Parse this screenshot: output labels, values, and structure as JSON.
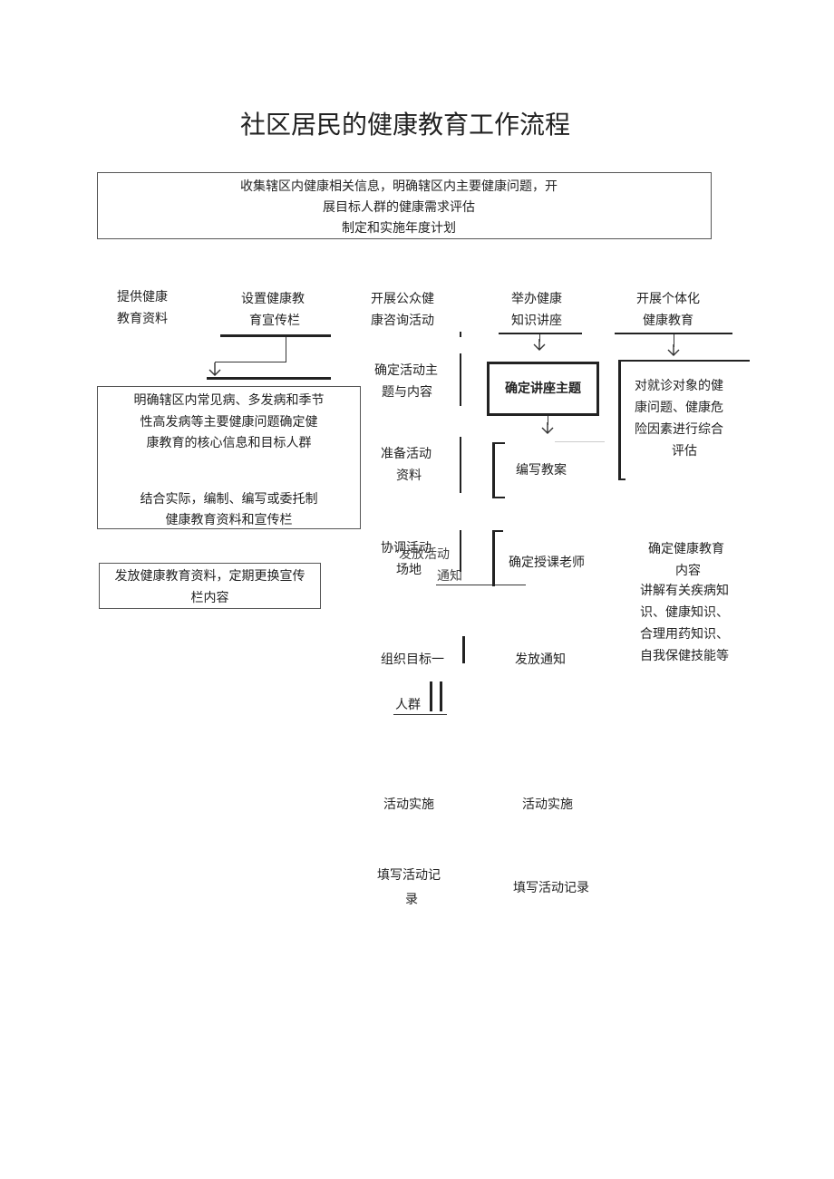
{
  "title": "社区居民的健康教育工作流程",
  "top_box": {
    "line1": "收集辖区内健康相关信息，明确辖区内主要健康问题，开",
    "line2": "展目标人群的健康需求评估",
    "line3": "制定和实施年度计划"
  },
  "col1": {
    "head1": "提供健康",
    "head2": "教育资料",
    "sub1": "设置健康教",
    "sub2": "育宣传栏",
    "box_a1": "明确辖区内常见病、多发病和季节",
    "box_a2": "性高发病等主要健康问题确定健",
    "box_a3": "康教育的核心信息和目标人群",
    "box_b1": "结合实际，编制、编写或委托制",
    "box_b2": "健康教育资料和宣传栏",
    "box_c1": "发放健康教育资料，定期更换宣传",
    "box_c2": "栏内容"
  },
  "col2": {
    "head1": "开展公众健",
    "head2": "康咨询活动",
    "s1a": "确定活动主",
    "s1b": "题与内容",
    "s2a": "准备活动",
    "s2b": "资料",
    "s3a": "协调活动",
    "s3b": "场地",
    "s3c": "发放活动",
    "s3d": "通知",
    "s4a": "组织目标一",
    "s4b": "人群",
    "s5": "活动实施",
    "s6a": "填写活动记",
    "s6b": "录"
  },
  "col3": {
    "head1": "举办健康",
    "head2": "知识讲座",
    "s1": "确定讲座主题",
    "s2": "编写教案",
    "s3": "确定授课老师",
    "s4": "发放通知",
    "s5": "活动实施",
    "s6": "填写活动记录"
  },
  "col4": {
    "head1": "开展个体化",
    "head2": "健康教育",
    "s1a": "对就诊对象的健",
    "s1b": "康问题、健康危",
    "s1c": "险因素进行综合",
    "s1d": "评估",
    "s2a": "确定健康教育",
    "s2b": "内容",
    "s3a": "讲解有关疾病知",
    "s3b": "识、健康知识、",
    "s3c": "合理用药知识、",
    "s3d": "自我保健技能等"
  }
}
